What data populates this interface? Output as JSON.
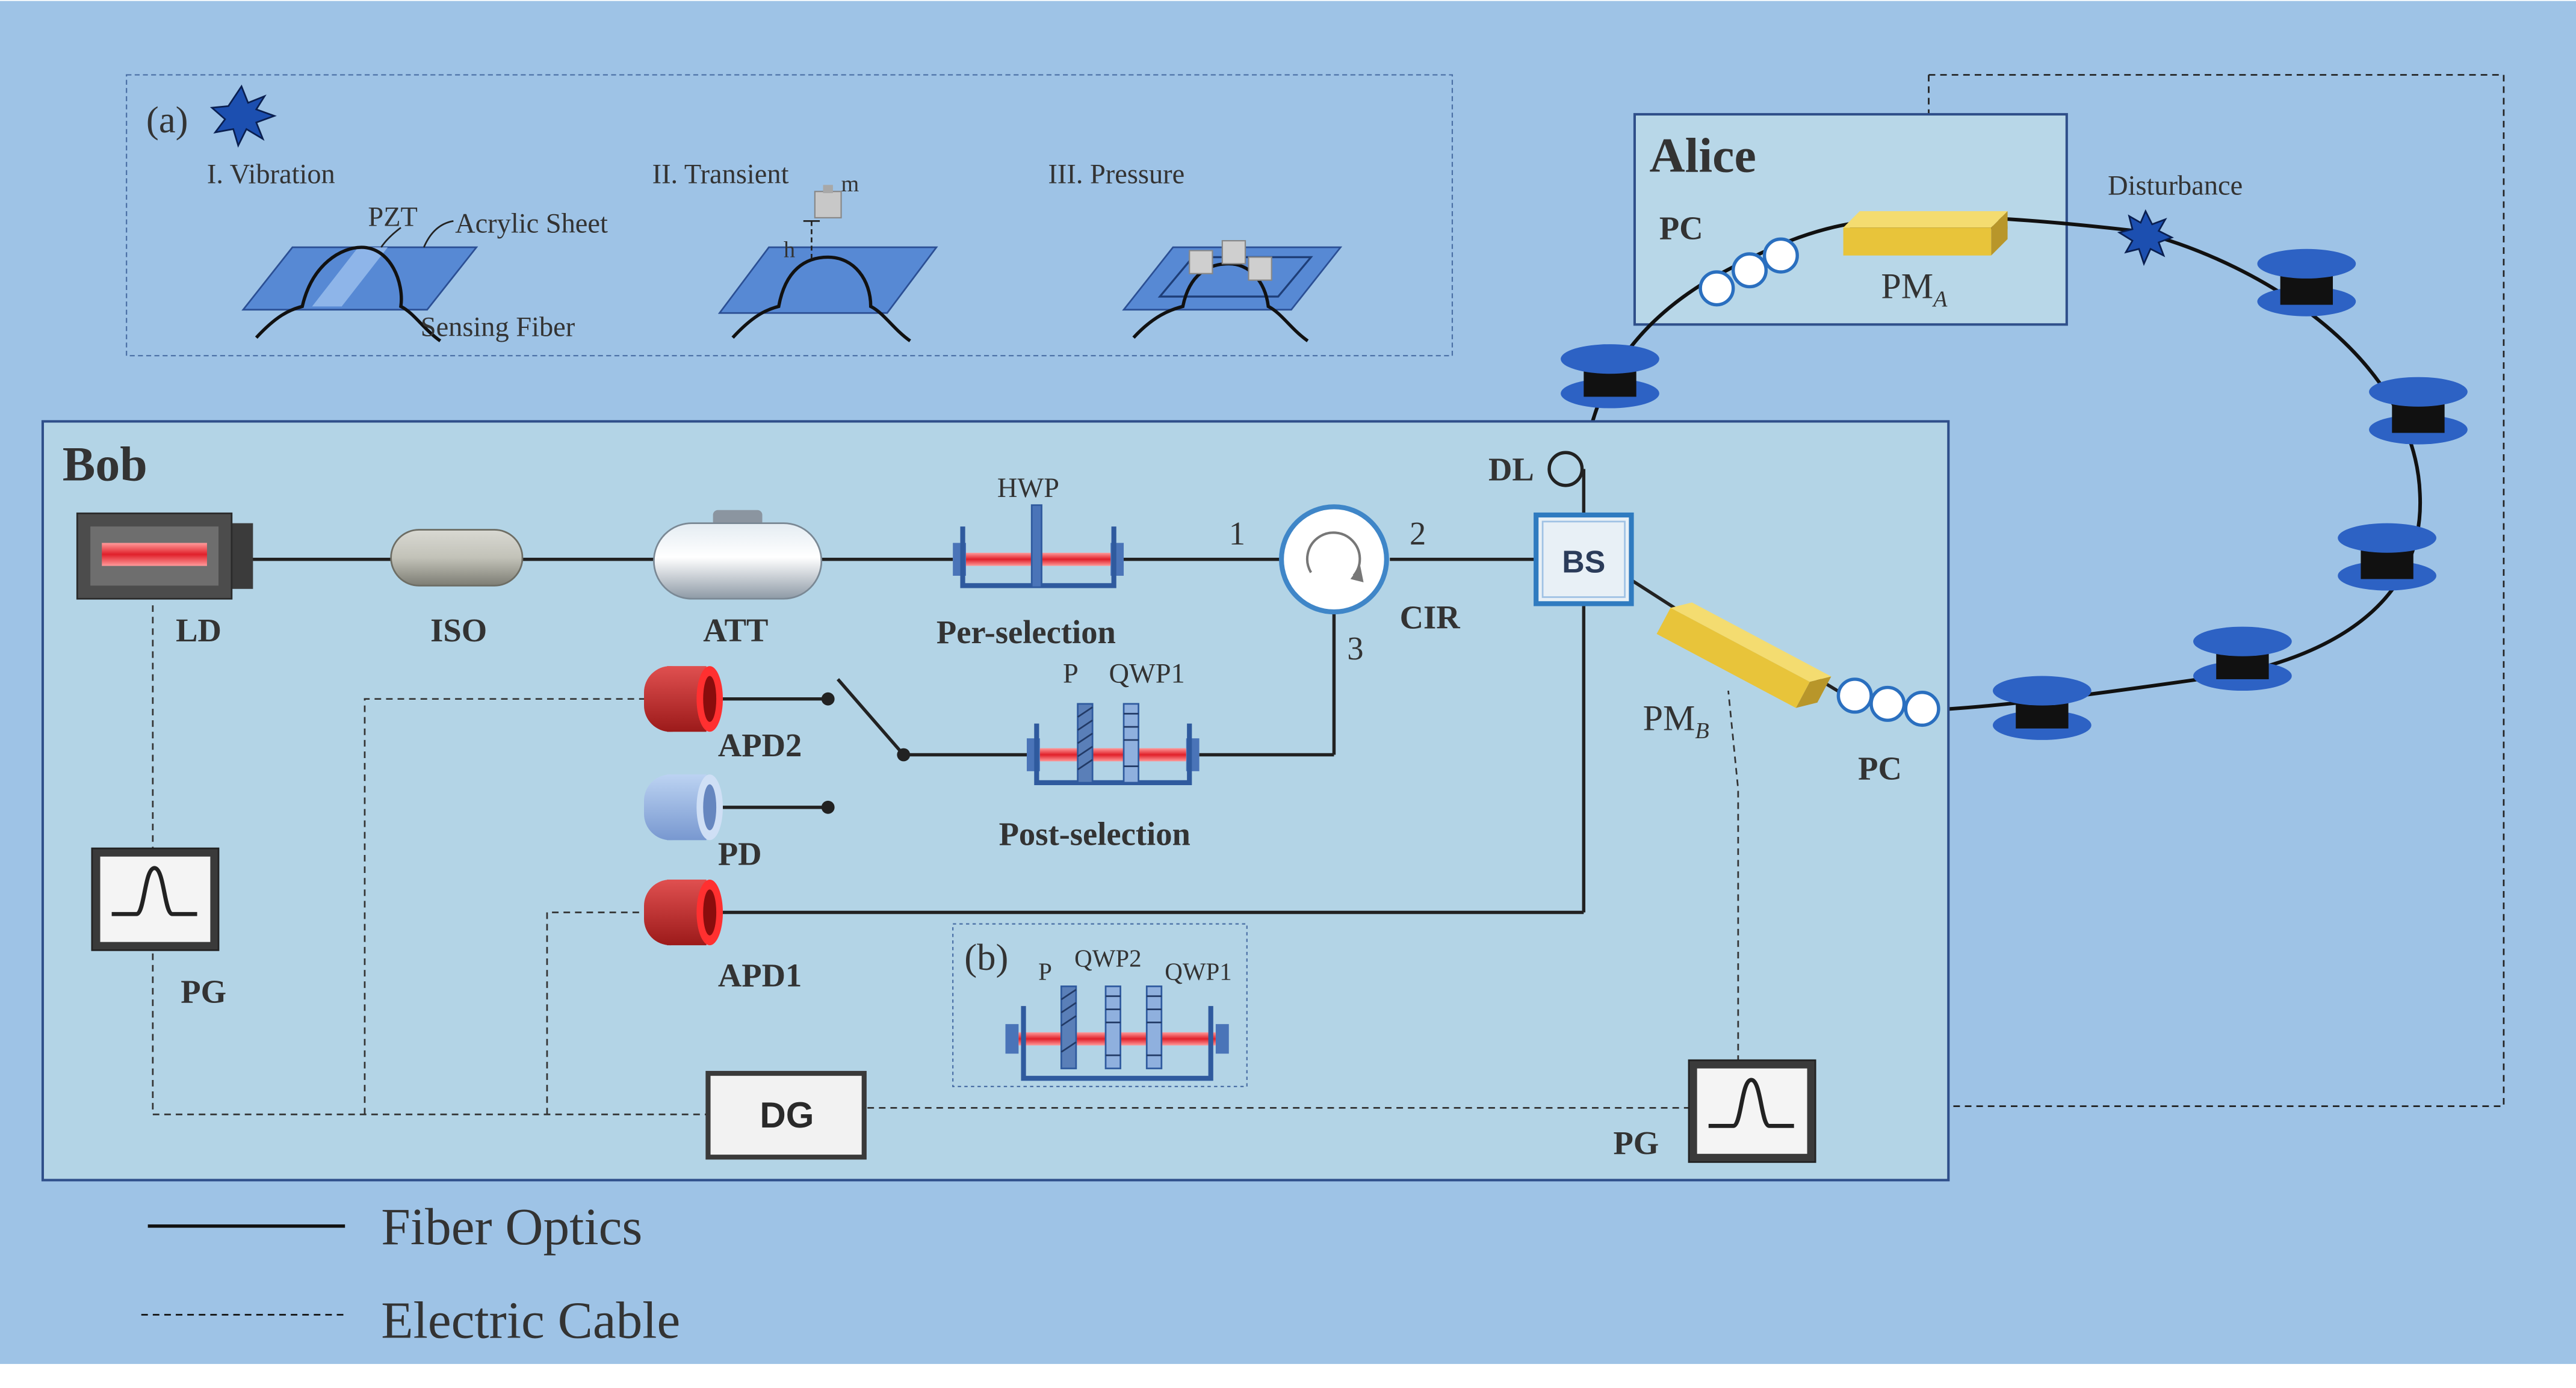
{
  "colors": {
    "background": "#9ec3e6",
    "bob_panel": "#b3d4e6",
    "alice_panel": "#b8d7e8",
    "panel_border": "#2f4f8a",
    "component_blue": "#4a74b8",
    "spool_blue": "#2d62c4",
    "laser_red": "#e0202a",
    "apd_red": "#c62828",
    "pd_blue": "#93b6e6",
    "pm_gold": "#e8c43a",
    "fiber": "#222222"
  },
  "panel_a": {
    "tag": "(a)",
    "vibration": "I. Vibration",
    "transient": "II. Transient",
    "pressure": "III. Pressure",
    "pzt": "PZT",
    "acrylic_sheet": "Acrylic Sheet",
    "sensing_fiber": "Sensing Fiber",
    "mass": "m",
    "height": "h"
  },
  "bob": {
    "title": "Bob",
    "ld": "LD",
    "iso": "ISO",
    "att": "ATT",
    "hwp": "HWP",
    "pre_selection": "Per-selection",
    "port1": "1",
    "port2": "2",
    "port3": "3",
    "cir": "CIR",
    "dl": "DL",
    "bs": "BS",
    "p": "P",
    "qwp1": "QWP1",
    "post_selection": "Post-selection",
    "apd2": "APD2",
    "pd": "PD",
    "apd1": "APD1",
    "pg_left": "PG",
    "dg": "DG",
    "pg_right": "PG",
    "pm_b": "PM",
    "pm_b_sub": "B",
    "pc": "PC"
  },
  "panel_b": {
    "tag": "(b)",
    "p": "P",
    "qwp2": "QWP2",
    "qwp1": "QWP1"
  },
  "alice": {
    "title": "Alice",
    "pc": "PC",
    "pm_a": "PM",
    "pm_a_sub": "A",
    "disturbance": "Disturbance"
  },
  "legend": {
    "fiber_optics": "Fiber Optics",
    "electric_cable": "Electric Cable"
  }
}
